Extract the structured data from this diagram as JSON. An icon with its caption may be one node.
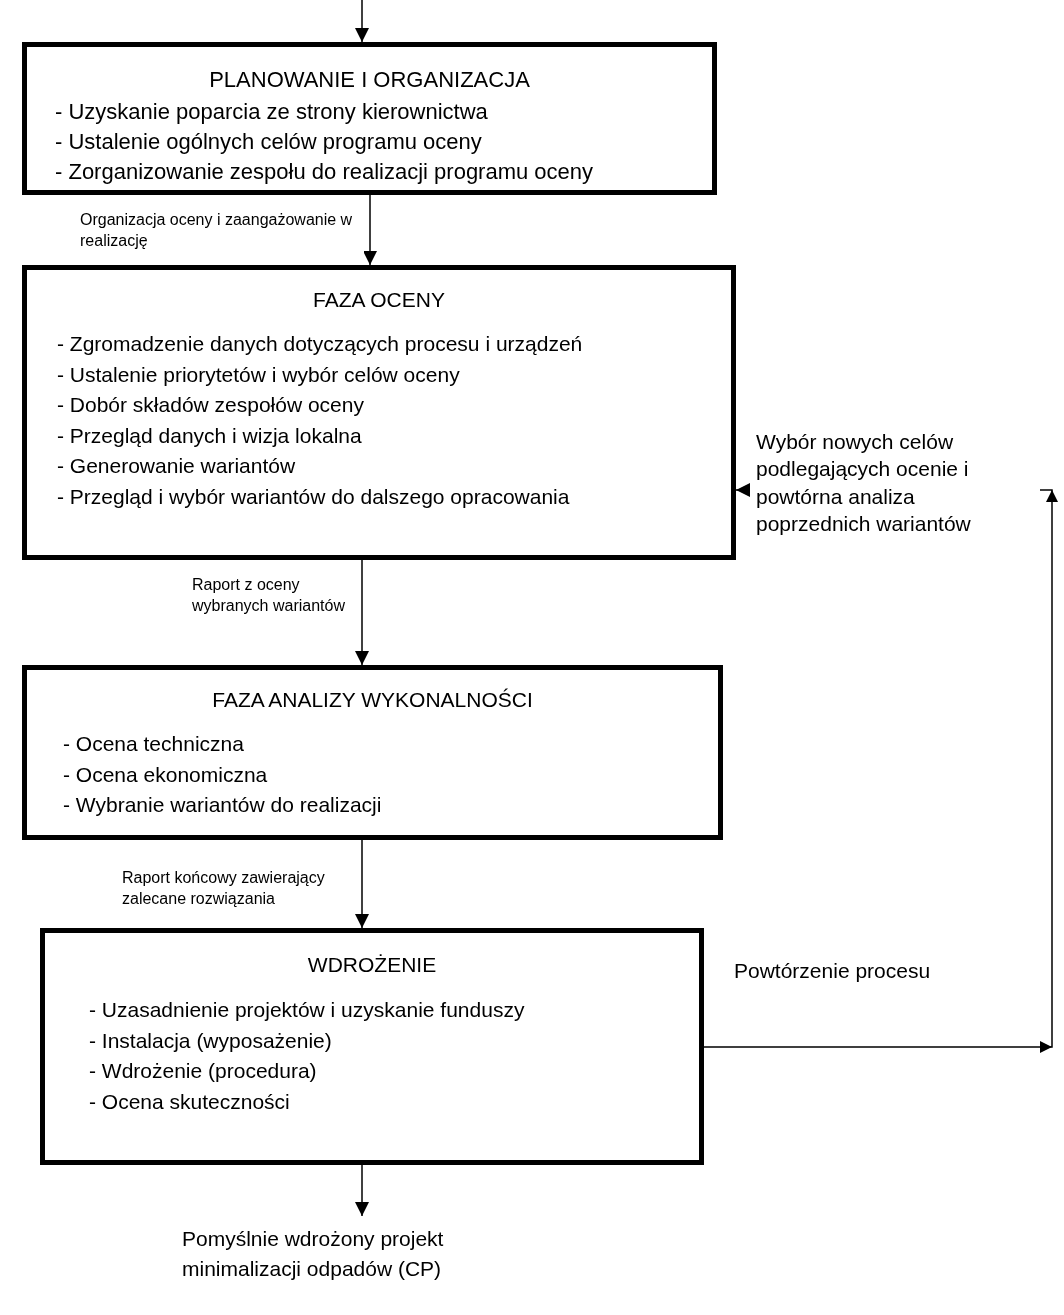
{
  "diagram": {
    "nodes": [
      {
        "text": [
          "PLANOWANIE I ORGANIZACJA",
          "- Uzyskanie poparcia ze strony kierownictwa",
          "- Ustalenie ogólnych celów programu oceny",
          "- Zorganizowanie zespołu do realizacji programu oceny"
        ]
      },
      {
        "text": [
          "FAZA OCENY",
          "- Zgromadzenie danych dotyczących procesu i urządzeń",
          "- Ustalenie priorytetów i wybór celów oceny",
          "- Dobór składów zespołów oceny",
          "- Przegląd danych i wizja lokalna",
          "- Generowanie wariantów",
          "- Przegląd i wybór wariantów do dalszego opracowania"
        ]
      },
      {
        "text": [
          "FAZA ANALIZY WYKONALNOŚCI",
          "- Ocena techniczna",
          "- Ocena ekonomiczna",
          "- Wybranie wariantów do realizacji"
        ]
      },
      {
        "text": [
          "WDROŻENIE",
          "- Uzasadnienie projektów i uzyskanie funduszy",
          "- Instalacja (wyposażenie)",
          "- Wdrożenie (procedura)",
          "- Ocena skuteczności"
        ]
      },
      {
        "text": [
          "Pomyślnie wdrożony projekt minimalizacji odpadów (CP)"
        ]
      }
    ],
    "edges": [
      {
        "from": null,
        "to": 0,
        "arrow": "to"
      },
      {
        "from": 0,
        "to": 1,
        "arrow": "to",
        "label": "Organizacja oceny i zaangażowanie w realizację"
      },
      {
        "from": 1,
        "to": 2,
        "arrow": "to",
        "label": "Raport z oceny wybranych wariantów"
      },
      {
        "from": 2,
        "to": 3,
        "arrow": "to",
        "label": "Raport końcowy zawierający zalecane rozwiązania"
      },
      {
        "from": 3,
        "to": 4,
        "arrow": "to"
      },
      {
        "from": 3,
        "to": 1,
        "arrow": "to",
        "label": "Wybór nowych celów podlegających ocenie i powtórna analiza poprzednich wariantów"
      }
    ],
    "labels": [
      "Powtórzenie procesu"
    ]
  }
}
